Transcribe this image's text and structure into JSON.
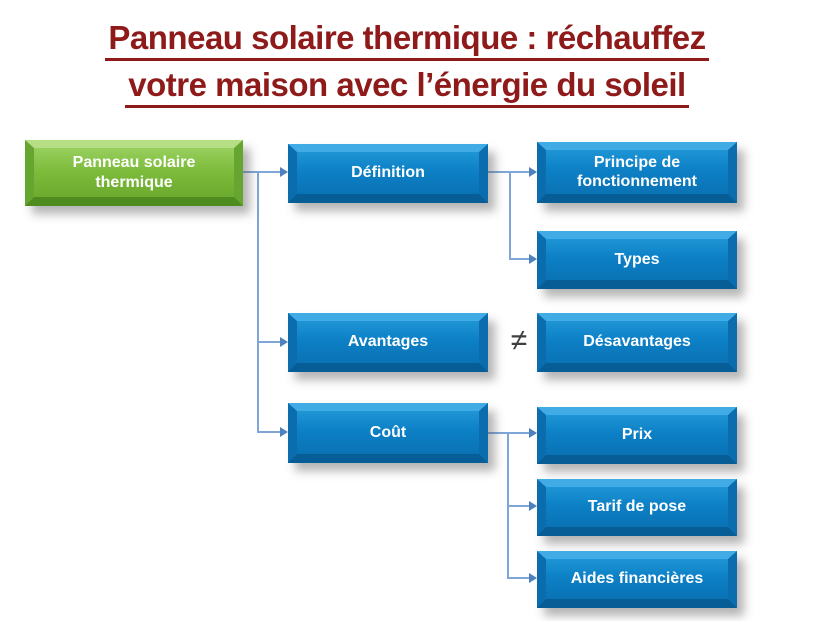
{
  "title": {
    "line1": "Panneau solaire thermique : réchauffez",
    "line2": "votre maison avec l’énergie du soleil",
    "color": "#8e1a1a"
  },
  "diagram": {
    "root": {
      "label": "Panneau solaire thermique",
      "color": "#7cba3a"
    },
    "nodes": [
      {
        "id": "definition",
        "label": "Définition"
      },
      {
        "id": "principe",
        "label": "Principe de fonctionnement"
      },
      {
        "id": "types",
        "label": "Types"
      },
      {
        "id": "avantages",
        "label": "Avantages"
      },
      {
        "id": "desavantages",
        "label": "Désavantages"
      },
      {
        "id": "cout",
        "label": "Coût"
      },
      {
        "id": "prix",
        "label": "Prix"
      },
      {
        "id": "tarif_de_pose",
        "label": "Tarif de pose"
      },
      {
        "id": "aides_financieres",
        "label": "Aides financières"
      }
    ],
    "node_color": "#0d80c6",
    "connector_color": "#7ea6d8",
    "arrowhead_color": "#4f81bd",
    "not_equal_symbol": "≠",
    "not_equal_color": "#3f3f3f"
  }
}
